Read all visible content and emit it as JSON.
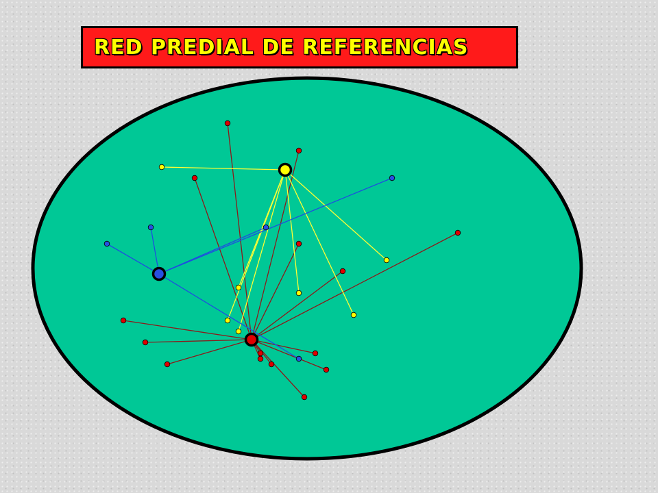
{
  "title": "RED PREDIAL DE REFERENCIAS",
  "colors": {
    "background": "#d9d9d9",
    "field": "#00c896",
    "title_bg": "#ff1a1a",
    "title_text": "#ffff00",
    "red_point": "#e00000",
    "red_line": "#8b1a1a",
    "yellow_point": "#ffff00",
    "yellow_line": "#ffff33",
    "blue_point": "#2850e0",
    "blue_line": "#1e4ee0"
  },
  "hubs": [
    {
      "id": "yellow-hub",
      "color": "yellow"
    },
    {
      "id": "blue-hub",
      "color": "blue"
    },
    {
      "id": "red-hub",
      "color": "red"
    }
  ]
}
